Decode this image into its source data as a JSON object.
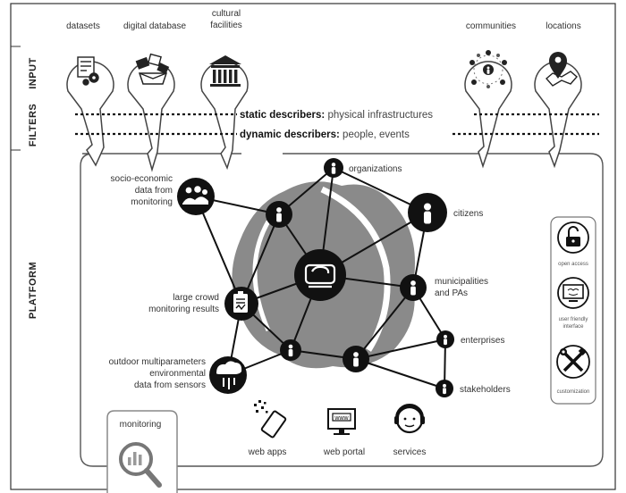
{
  "sections": {
    "input": "INPUT",
    "filters": "FILTERS",
    "platform": "PLATFORM"
  },
  "inputs": [
    {
      "label": "datasets",
      "icon": "datasets-gear-icon"
    },
    {
      "label": "digital database",
      "icon": "digital-database-icon"
    },
    {
      "label_lines": [
        "cultural",
        "facilities"
      ],
      "icon": "museum-building-icon"
    },
    {
      "label": "communities",
      "icon": "community-network-icon"
    },
    {
      "label": "locations",
      "icon": "map-pin-icon"
    }
  ],
  "filters": {
    "static": {
      "bold": "static describers:",
      "rest": " physical infrastructures"
    },
    "dynamic": {
      "bold": "dynamic describers:",
      "rest": " people, events"
    }
  },
  "nodes": {
    "organizations": "organizations",
    "citizens": "citizens",
    "municipalities": [
      "municipalities",
      "and PAs"
    ],
    "enterprises": "enterprises",
    "stakeholders": "stakeholders",
    "socio": [
      "socio-economic",
      "data from",
      "monitoring"
    ],
    "crowd": [
      "large crowd",
      "monitoring results"
    ],
    "outdoor": [
      "outdoor multiparameters",
      "environmental",
      "data from sensors"
    ]
  },
  "outputs": [
    {
      "label": "web apps",
      "icon": "web-apps-icon"
    },
    {
      "label": "web portal",
      "icon": "web-portal-icon"
    },
    {
      "label": "services",
      "icon": "headset-services-icon"
    }
  ],
  "features": [
    {
      "lines": [
        "open access"
      ],
      "icon": "open-lock-icon"
    },
    {
      "lines": [
        "user friendly",
        "interface"
      ],
      "icon": "user-friendly-interface-icon"
    },
    {
      "lines": [
        "customization"
      ],
      "icon": "tools-customization-icon"
    }
  ],
  "monitoring": {
    "label": "monitoring",
    "icon": "magnifier-chart-icon"
  }
}
